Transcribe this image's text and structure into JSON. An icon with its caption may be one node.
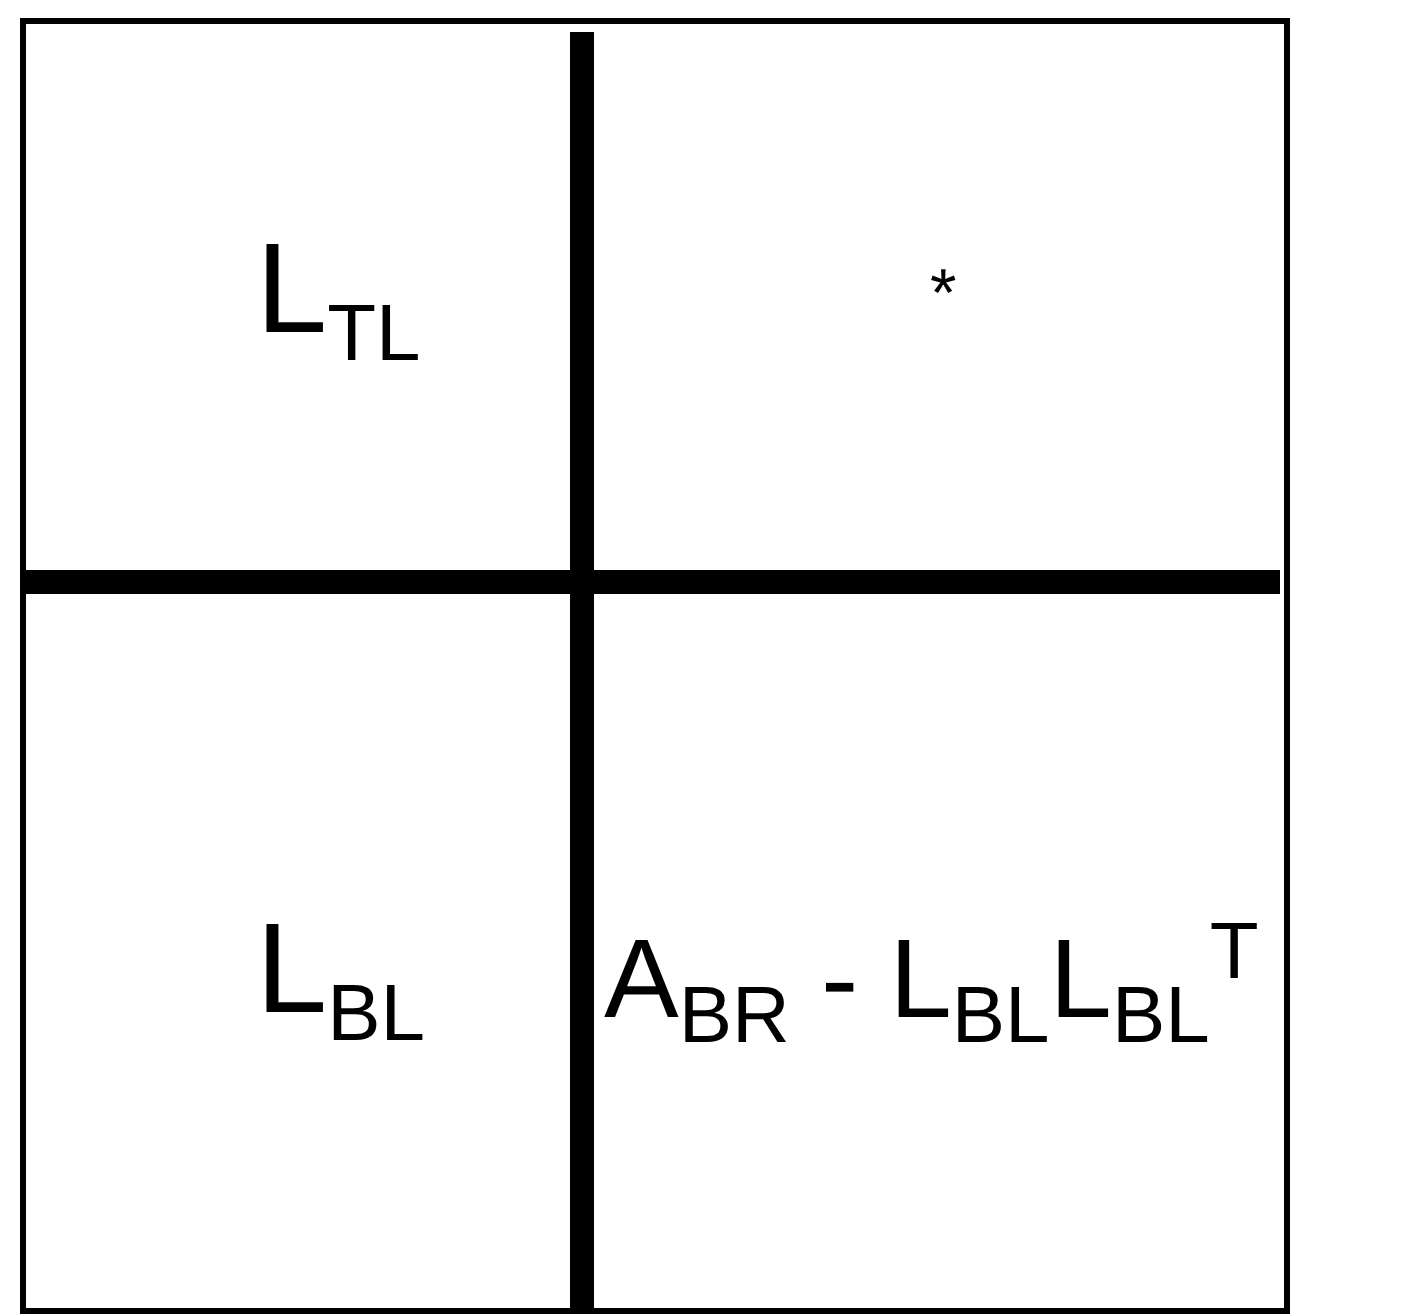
{
  "diagram": {
    "labels": [
      "L$_{TL}$",
      "*",
      "L$_{BL}$",
      "A$_{BR}$ - L$_{BL}$L$_{BL}$$^{T}$"
    ]
  }
}
